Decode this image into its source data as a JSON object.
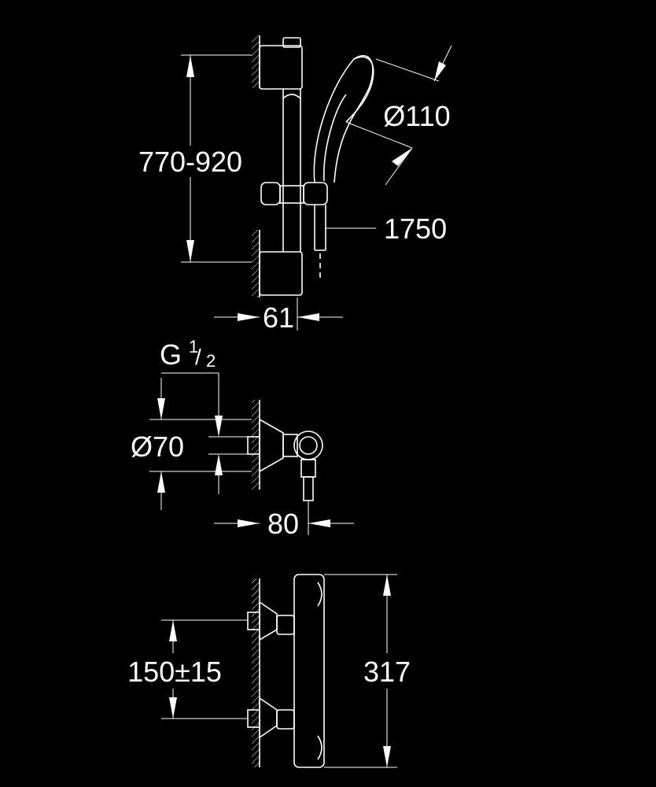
{
  "colors": {
    "background": "#000000",
    "lines": "#ffffff"
  },
  "shower_set": {
    "rail_height": "770-920",
    "head_diameter": "Ø110",
    "hose_length": "1750",
    "wall_distance": "61"
  },
  "wall_union": {
    "thread": "G",
    "thread_num": "1",
    "thread_den": "2",
    "escutcheon_diameter": "Ø70",
    "projection": "80"
  },
  "thermostat": {
    "inlet_spacing": "150±15",
    "height": "317"
  }
}
